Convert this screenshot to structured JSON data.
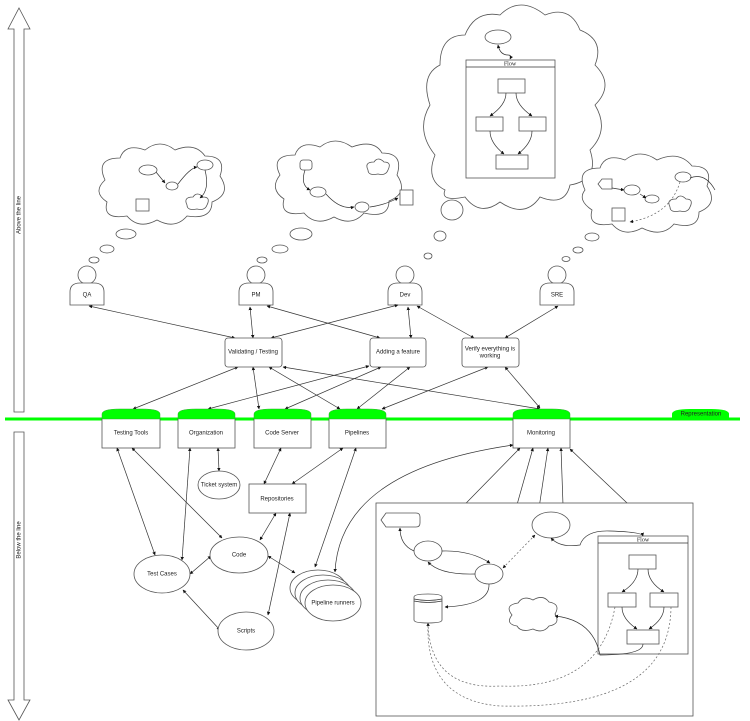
{
  "side_labels": {
    "above": "Above the line",
    "below": "Below the line"
  },
  "actors": {
    "qa": "QA",
    "pm": "PM",
    "dev": "Dev",
    "sre": "SRE"
  },
  "activities": {
    "validating": "Validating / Testing",
    "feature": "Adding a feature",
    "verify_1": "Verify everything is",
    "verify_2": "working"
  },
  "systems": {
    "testing_tools": "Testing Tools",
    "organization": "Organization",
    "code_server": "Code Server",
    "pipelines": "Pipelines",
    "monitoring": "Monitoring",
    "representation": "Representation"
  },
  "below": {
    "ticket": "Ticket system",
    "repositories": "Repositories",
    "code": "Code",
    "test_cases": "Test Cases",
    "scripts": "Scripts",
    "runners": "Pipeline runners"
  },
  "flow_title": "Flow",
  "colors": {
    "line": "#00ff00"
  }
}
